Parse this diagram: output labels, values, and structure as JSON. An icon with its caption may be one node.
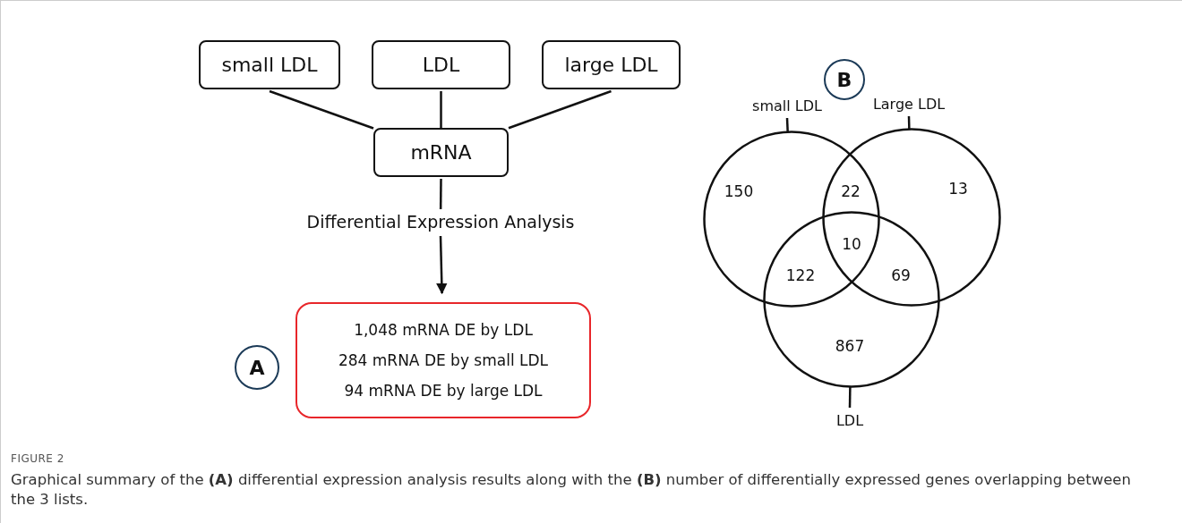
{
  "diagram": {
    "caption": "Graphical summary of the **(A)** differential expression analysis results along with the **(B)** number of differentially expressed genes overlapping between the 3 lists.",
    "nodes": [
      {
        "text": [
          "small LDL"
        ]
      },
      {
        "text": [
          "LDL"
        ]
      },
      {
        "text": [
          "large LDL"
        ]
      },
      {
        "text": [
          "mRNA"
        ]
      },
      {
        "text": [
          "Differential Expression Analysis"
        ]
      },
      {
        "text": [
          "1,048 mRNA DE by LDL",
          "284 mRNA DE by small LDL",
          "94 mRNA DE by large LDL"
        ]
      },
      {
        "text": [
          "A"
        ]
      },
      {
        "text": [
          "B"
        ]
      },
      {
        "text": [],
        "shape": "circle"
      },
      {
        "text": [],
        "shape": "circle"
      },
      {
        "text": [],
        "shape": "circle"
      },
      {
        "text": [
          "small LDL"
        ]
      },
      {
        "text": [
          "Large LDL"
        ]
      },
      {
        "text": [
          "LDL"
        ]
      }
    ],
    "edges": [
      {
        "from": 0,
        "to": 3,
        "arrow": "none"
      },
      {
        "from": 1,
        "to": 3,
        "arrow": "none"
      },
      {
        "from": 2,
        "to": 3,
        "arrow": "none"
      },
      {
        "from": 3,
        "to": 4,
        "arrow": "none"
      },
      {
        "from": 4,
        "to": 5,
        "arrow": "to"
      },
      {
        "from": 11,
        "to": 8,
        "arrow": "none"
      },
      {
        "from": 12,
        "to": 9,
        "arrow": "none"
      },
      {
        "from": 13,
        "to": 10,
        "arrow": "none"
      }
    ],
    "labels": [
      "150",
      "22",
      "13",
      "10",
      "122",
      "69",
      "867",
      "FIGURE 2"
    ]
  }
}
